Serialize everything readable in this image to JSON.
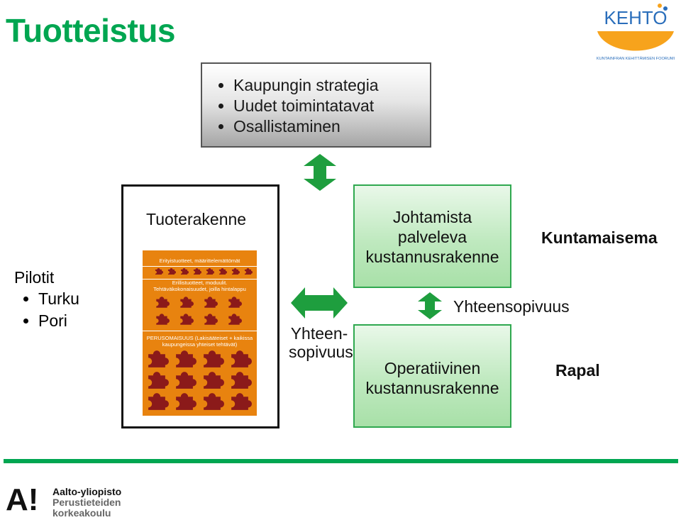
{
  "title": "Tuotteistus",
  "logo": {
    "name": "KEHTO",
    "subtitle": "KUNTAINFRAN KEHITTÄMISEN FOORUMI",
    "sun_color": "#f7a31c",
    "text_color": "#2a6ebb"
  },
  "strategy": {
    "items": [
      "Kaupungin strategia",
      "Uudet toimintatavat",
      "Osallistaminen"
    ]
  },
  "pilots": {
    "title": "Pilotit",
    "items": [
      "Turku",
      "Pori"
    ]
  },
  "product_structure": {
    "title": "Tuoterakenne",
    "layers": [
      "Erityistuotteet, määrittelemättömät",
      "Erillistuotteet, moduulit.",
      "Tehtäväkokonaisuudet, joilla hintalappu",
      "PERUSOMAISUUS (Lakisääteiset + kaikissa",
      "kaupungeissa yhteiset tehtävät)"
    ],
    "puzzle_bg": "#e8830f",
    "puzzle_piece_color": "#8b1a1a"
  },
  "arrow_label": {
    "line1": "Yhteen-",
    "line2": "sopivuus"
  },
  "management_box": {
    "lines": [
      "Johtamista",
      "palveleva",
      "kustannusrakenne"
    ]
  },
  "operative_box": {
    "lines": [
      "Operatiivinen",
      "kustannusrakenne"
    ]
  },
  "compatibility": "Yhteensopivuus",
  "municipal": "Kuntamaisema",
  "rapal": "Rapal",
  "footer": {
    "org_line1": "Aalto-yliopisto",
    "org_line2": "Perustieteiden",
    "org_line3": "korkeakoulu",
    "mark": "A!"
  },
  "colors": {
    "accent_green": "#00a651",
    "arrow_green": "#1e9e3e",
    "box_border": "#2fa84f"
  }
}
